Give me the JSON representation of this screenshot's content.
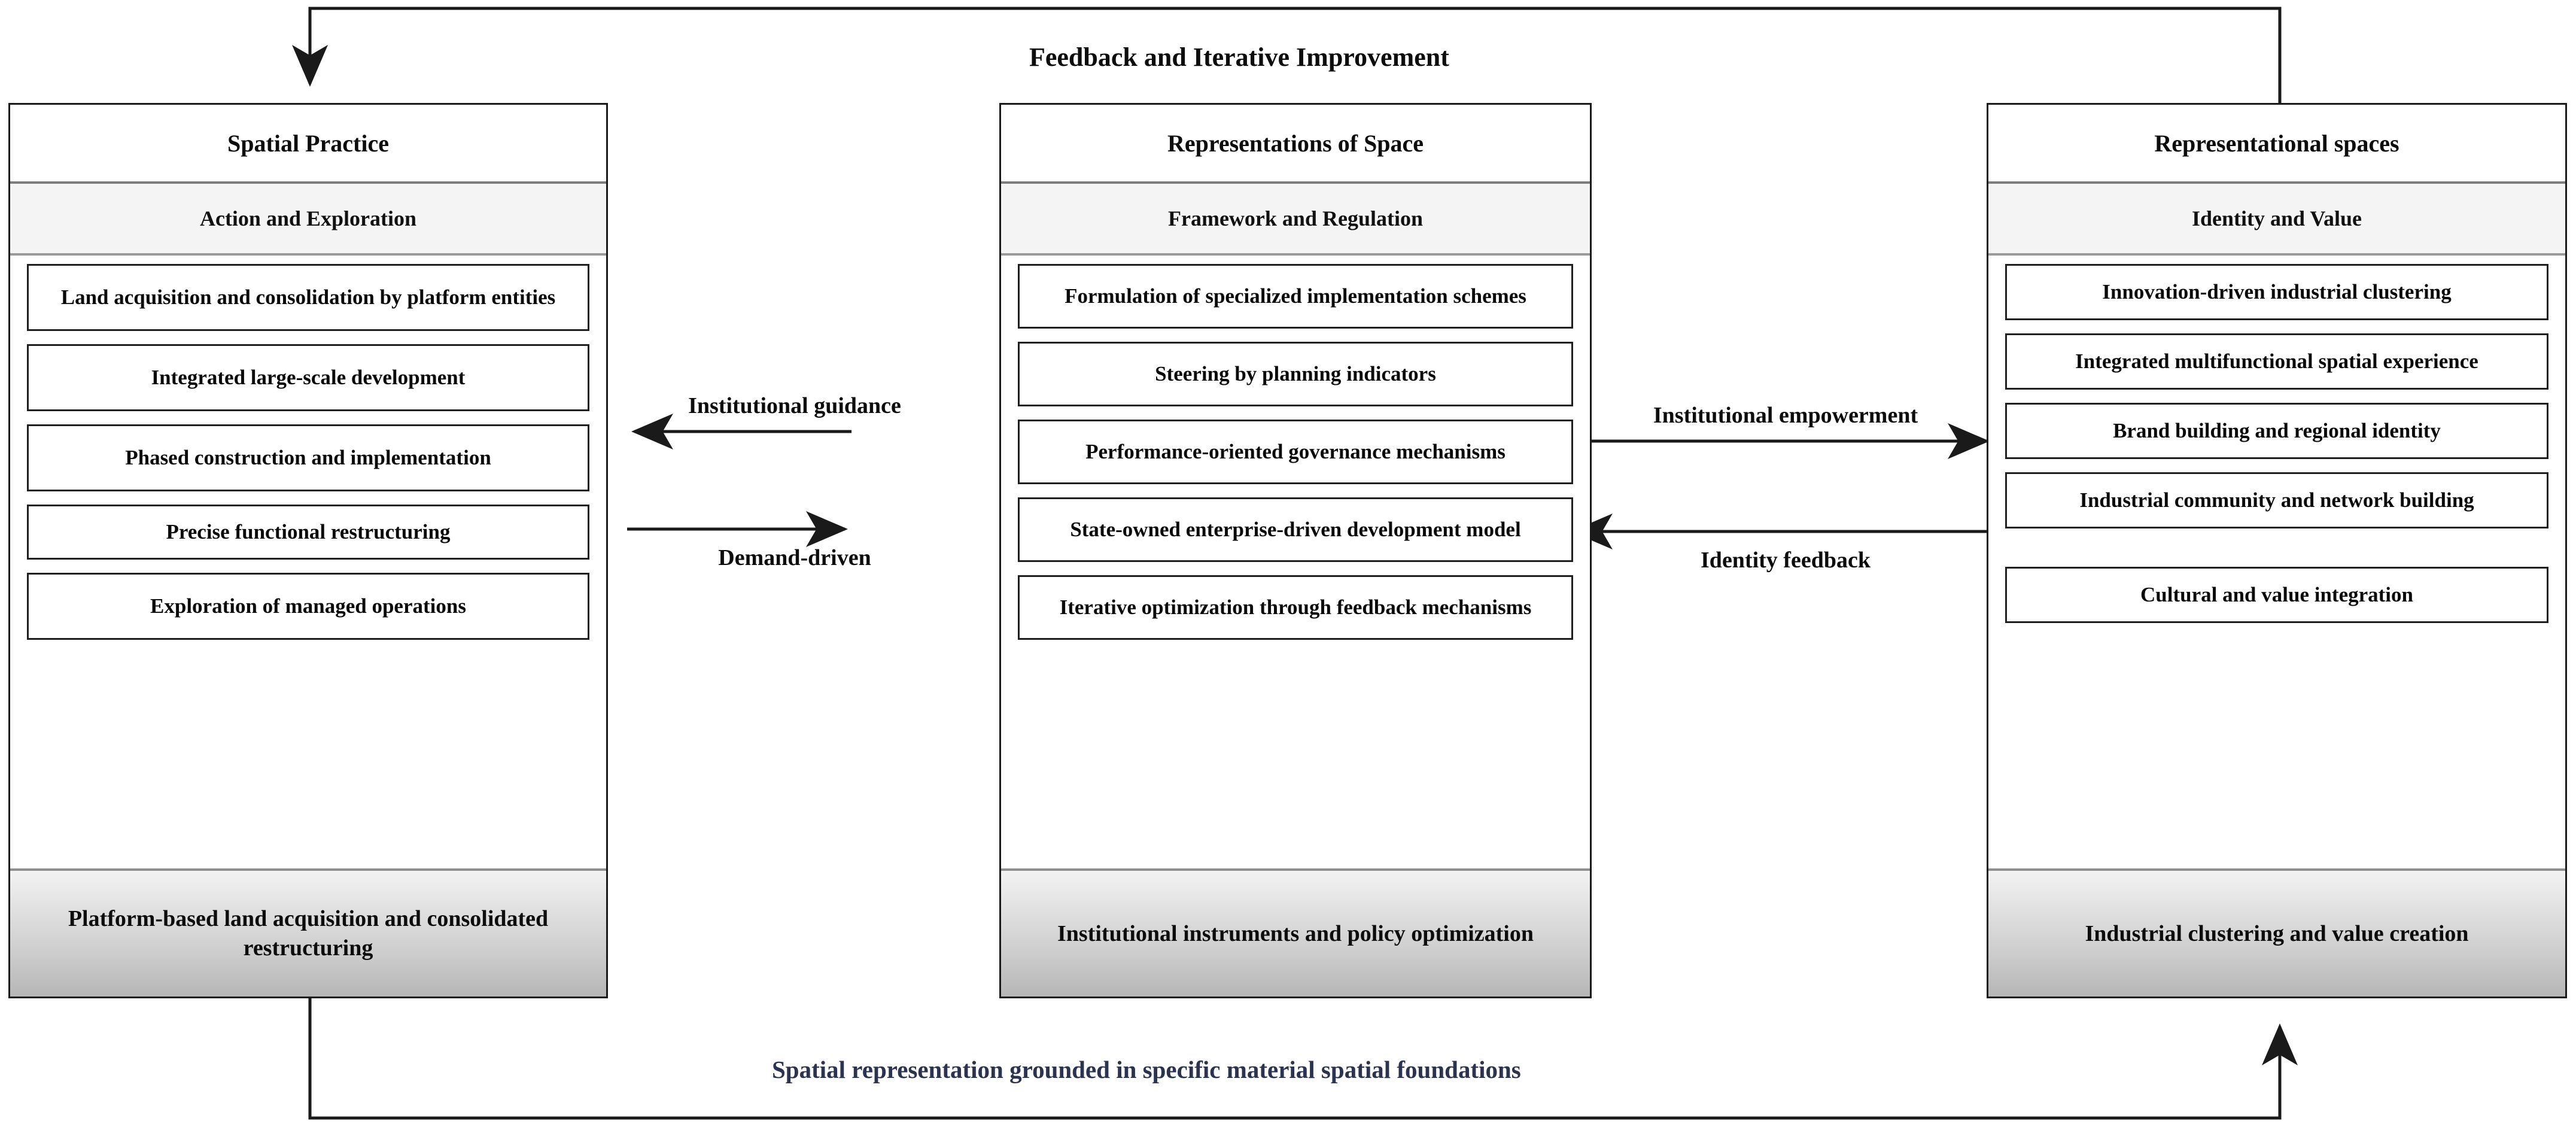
{
  "diagram": {
    "top_label": "Feedback and Iterative Improvement",
    "bottom_label": "Spatial representation grounded in specific material spatial foundations",
    "bottom_label_color": "#2b3350",
    "line_color": "#1a1a1a"
  },
  "columns": [
    {
      "key": "spatial-practice",
      "title": "Spatial Practice",
      "subtitle": "Action and Exploration",
      "items": [
        "Land acquisition and consolidation by platform entities",
        "Integrated large-scale development",
        "Phased construction and implementation",
        "Precise functional restructuring",
        "Exploration of  managed operations"
      ],
      "footer": "Platform-based land acquisition and consolidated restructuring"
    },
    {
      "key": "representations-of-space",
      "title": "Representations of Space",
      "subtitle": "Framework and Regulation",
      "items": [
        "Formulation of specialized implementation schemes",
        "Steering by planning indicators",
        "Performance-oriented governance mechanisms",
        "State-owned enterprise-driven development model",
        "Iterative optimization through feedback mechanisms"
      ],
      "footer": "Institutional instruments and policy optimization"
    },
    {
      "key": "representational-spaces",
      "title": "Representational spaces",
      "subtitle": "Identity and Value",
      "items": [
        "Innovation-driven industrial clustering",
        "Integrated multifunctional spatial experience",
        "Brand building and regional identity",
        "Industrial community and network building",
        "Cultural and value integration"
      ],
      "footer": "Industrial clustering and value creation"
    }
  ],
  "connectors": [
    {
      "key": "institutional-guidance",
      "label": "Institutional guidance",
      "direction": "left"
    },
    {
      "key": "demand-driven",
      "label": "Demand-driven",
      "direction": "right"
    },
    {
      "key": "institutional-empowerment",
      "label": "Institutional empowerment",
      "direction": "right"
    },
    {
      "key": "identity-feedback",
      "label": "Identity feedback",
      "direction": "left"
    }
  ]
}
